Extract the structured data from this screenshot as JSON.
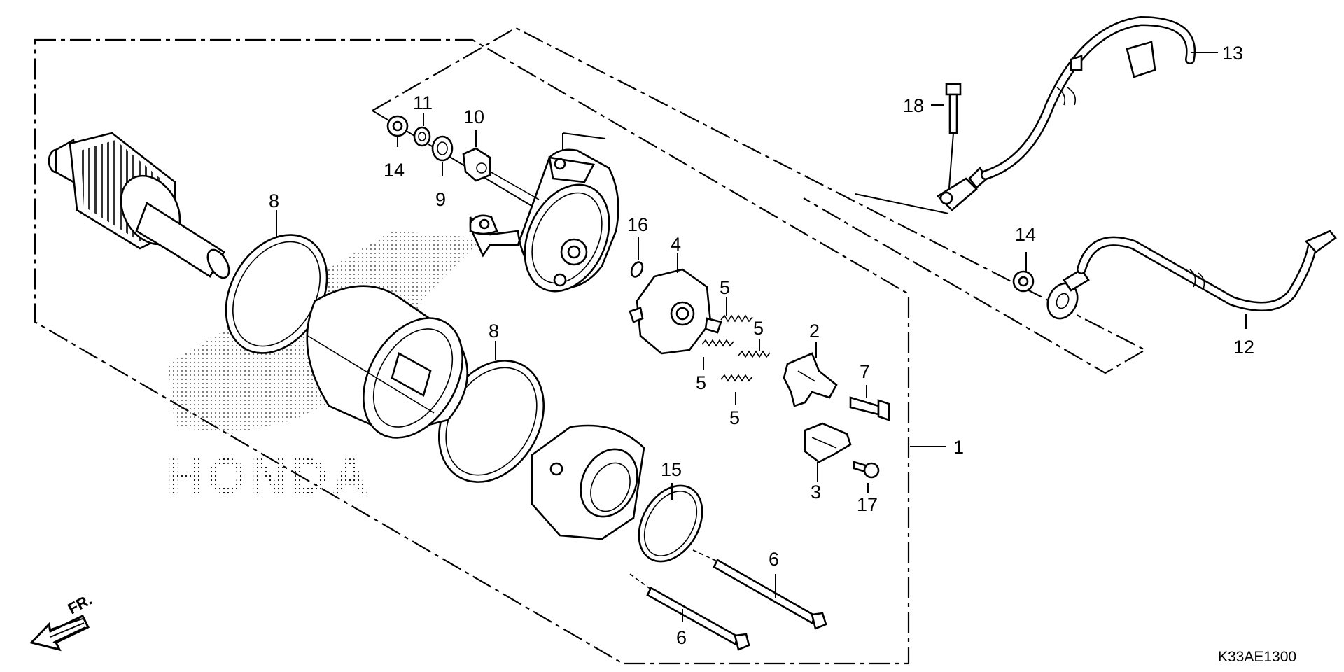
{
  "diagram": {
    "code": "K33AE1300",
    "front_label": "FR.",
    "watermark": "HONDA",
    "callouts": [
      {
        "id": "c1",
        "label": "1"
      },
      {
        "id": "c2",
        "label": "2"
      },
      {
        "id": "c3",
        "label": "3"
      },
      {
        "id": "c4",
        "label": "4"
      },
      {
        "id": "c5a",
        "label": "5"
      },
      {
        "id": "c5b",
        "label": "5"
      },
      {
        "id": "c5c",
        "label": "5"
      },
      {
        "id": "c5d",
        "label": "5"
      },
      {
        "id": "c6a",
        "label": "6"
      },
      {
        "id": "c6b",
        "label": "6"
      },
      {
        "id": "c7",
        "label": "7"
      },
      {
        "id": "c8a",
        "label": "8"
      },
      {
        "id": "c8b",
        "label": "8"
      },
      {
        "id": "c9",
        "label": "9"
      },
      {
        "id": "c10",
        "label": "10"
      },
      {
        "id": "c11",
        "label": "11"
      },
      {
        "id": "c12",
        "label": "12"
      },
      {
        "id": "c13",
        "label": "13"
      },
      {
        "id": "c14a",
        "label": "14"
      },
      {
        "id": "c14b",
        "label": "14"
      },
      {
        "id": "c15",
        "label": "15"
      },
      {
        "id": "c16",
        "label": "16"
      },
      {
        "id": "c17",
        "label": "17"
      },
      {
        "id": "c18",
        "label": "18"
      }
    ]
  }
}
